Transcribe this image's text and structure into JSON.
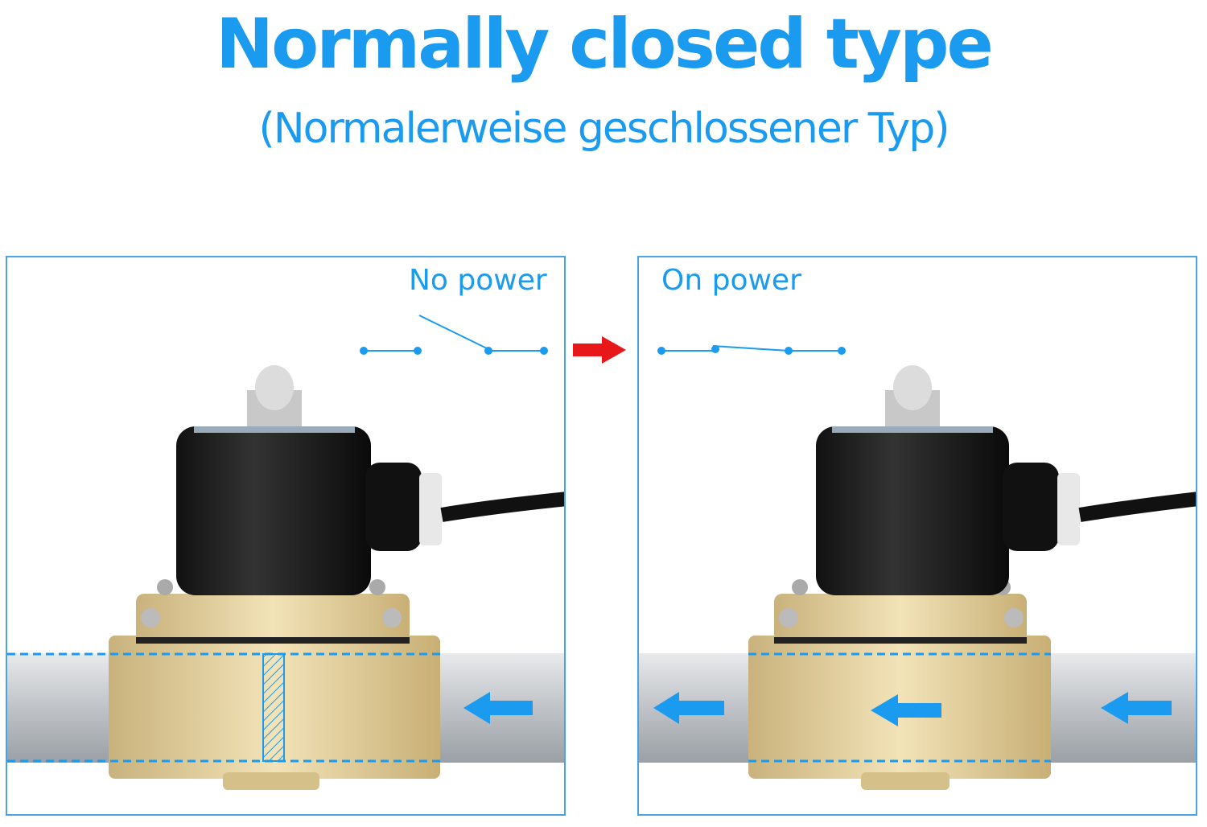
{
  "header": {
    "title": "Normally closed type",
    "subtitle": "(Normalerweise geschlossener Typ)"
  },
  "panels": [
    {
      "label": "No power",
      "state": "closed",
      "switch": "open"
    },
    {
      "label": "On power",
      "state": "open",
      "switch": "closed"
    }
  ],
  "colors": {
    "accent": "#1b9bef",
    "arrow": "#e8181a",
    "brass": "#e3cf9c",
    "pipe": "#c9cdd1"
  }
}
